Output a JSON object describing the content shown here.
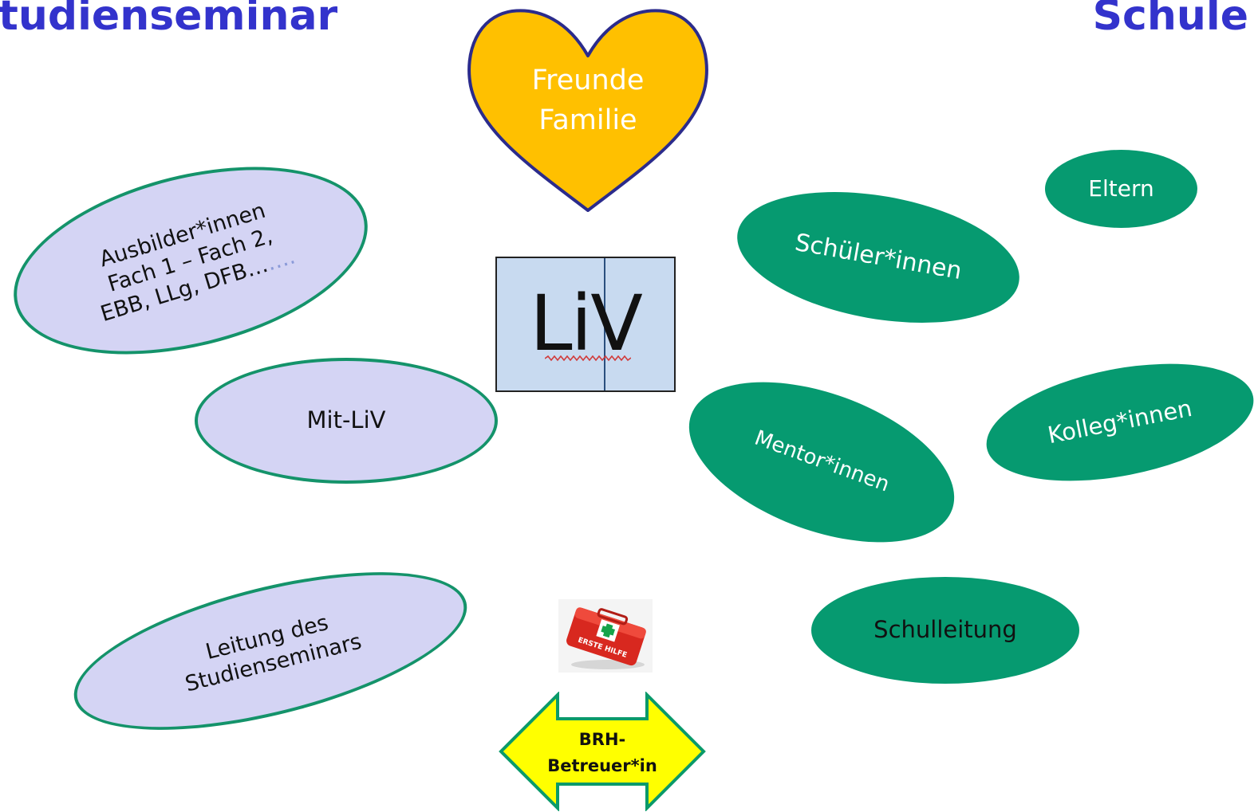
{
  "headings": {
    "left": "tudienseminar",
    "right": "Schule"
  },
  "heart": {
    "line1": "Freunde",
    "line2": "Familie",
    "color": "#ffc000"
  },
  "center": {
    "label": "LiV"
  },
  "seminar_bubbles": {
    "ausbilder": {
      "line1": "Ausbilder*innen",
      "line2": "Fach 1 – Fach 2,",
      "line3": "EBB, LLg, DFB…",
      "trail": "…."
    },
    "mitliv": {
      "label": "Mit-LiV"
    },
    "leitung": {
      "line1": "Leitung des",
      "line2": "Studienseminars"
    }
  },
  "school_bubbles": {
    "eltern": {
      "label": "Eltern"
    },
    "schueler": {
      "label": "Schüler*innen"
    },
    "mentor": {
      "label": "Mentor*innen"
    },
    "kolleg": {
      "label": "Kolleg*innen"
    },
    "schulleitung": {
      "label": "Schulleitung"
    }
  },
  "first_aid": {
    "label": "ERSTE HILFE"
  },
  "arrow": {
    "line1": "BRH-",
    "line2": "Betreuer*in"
  },
  "colors": {
    "heading": "#3333cc",
    "seminar_fill": "#d4d4f4",
    "seminar_border": "#14936a",
    "school_fill": "#069a70",
    "heart_fill": "#ffc000",
    "heart_border": "#2b2b8c",
    "arrow_fill": "#ffff00",
    "arrow_border": "#0a9a6a"
  }
}
